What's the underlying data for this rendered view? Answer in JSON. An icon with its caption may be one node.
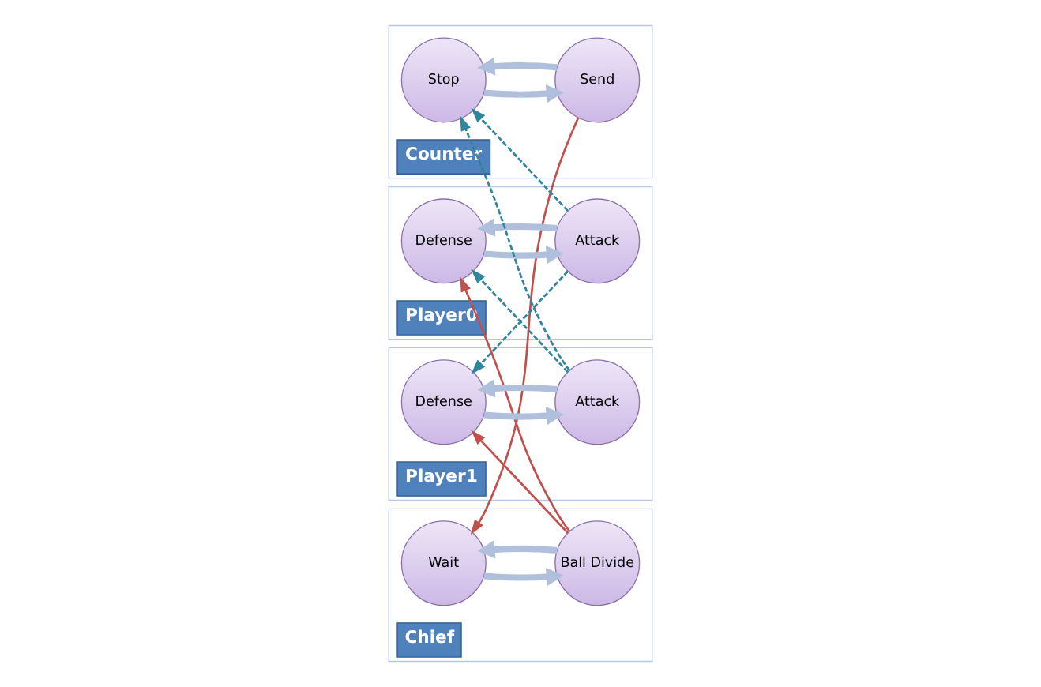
{
  "diagram": {
    "nodes": [
      {
        "text": [
          "Counter"
        ]
      },
      {
        "text": [
          "Stop"
        ],
        "in": 0
      },
      {
        "text": [
          "Send"
        ],
        "in": 0
      },
      {
        "text": [
          "Player0"
        ]
      },
      {
        "text": [
          "Defense"
        ],
        "in": 3
      },
      {
        "text": [
          "Attack"
        ],
        "in": 3
      },
      {
        "text": [
          "Chief"
        ]
      },
      {
        "text": [
          "Wait"
        ],
        "in": 6
      },
      {
        "text": [
          "Ball Divide"
        ],
        "in": 6
      },
      {
        "text": [
          "Player1"
        ]
      },
      {
        "text": [
          "Defense"
        ],
        "in": 9
      },
      {
        "text": [
          "Attack"
        ],
        "in": 9
      }
    ],
    "edges": [
      {
        "from": 1,
        "to": 2,
        "arrow": "to"
      },
      {
        "from": 2,
        "to": 1,
        "arrow": "to"
      },
      {
        "from": 4,
        "to": 5,
        "arrow": "to"
      },
      {
        "from": 5,
        "to": 4,
        "arrow": "to"
      },
      {
        "from": 7,
        "to": 8,
        "arrow": "to"
      },
      {
        "from": 8,
        "to": 7,
        "arrow": "to"
      },
      {
        "from": 10,
        "to": 11,
        "arrow": "to"
      },
      {
        "from": 11,
        "to": 10,
        "arrow": "to"
      },
      {
        "from": 2,
        "to": 7,
        "arrow": "to",
        "color": "#c0504d"
      },
      {
        "from": 8,
        "to": 4,
        "arrow": "to",
        "color": "#c0504d"
      },
      {
        "from": 8,
        "to": 10,
        "arrow": "to",
        "color": "#c0504d"
      },
      {
        "from": 5,
        "to": 1,
        "arrow": "to",
        "style": "dashed",
        "color": "#31859c"
      },
      {
        "from": 5,
        "to": 10,
        "arrow": "to",
        "style": "dashed",
        "color": "#31859c"
      },
      {
        "from": 11,
        "to": 1,
        "arrow": "to",
        "style": "dashed",
        "color": "#31859c"
      },
      {
        "from": 11,
        "to": 4,
        "arrow": "to",
        "style": "dashed",
        "color": "#31859c"
      }
    ]
  }
}
